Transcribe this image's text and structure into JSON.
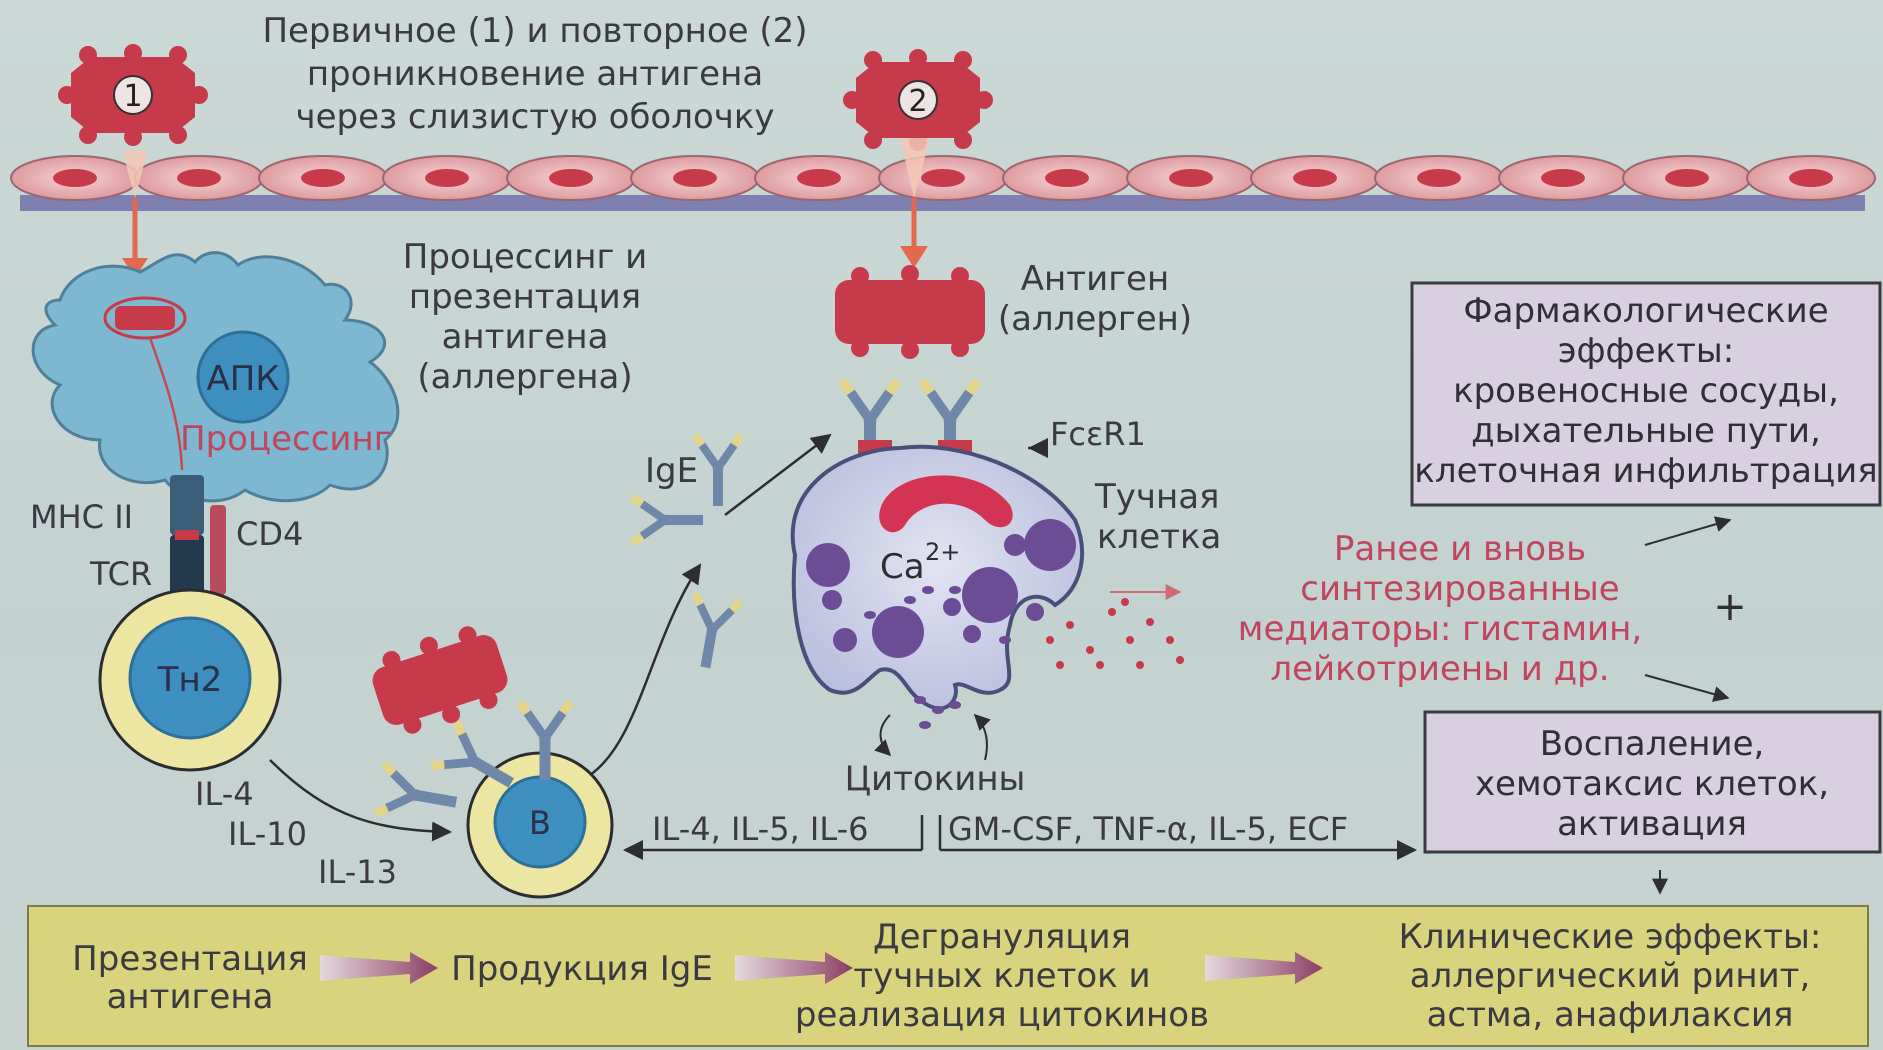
{
  "top_caption": [
    "Первичное (1) и повторное (2)",
    "проникновение антигена",
    "через слизистую оболочку"
  ],
  "antigen_markers": {
    "primary": "1",
    "secondary": "2"
  },
  "processing_caption": [
    "Процессинг и",
    "презентация",
    "антигена",
    "(аллергена)"
  ],
  "apc": {
    "label": "АПК",
    "processing": "Процессинг"
  },
  "receptors": {
    "mhc": "MHC II",
    "tcr": "TCR",
    "cd4": "CD4"
  },
  "th2": {
    "label": "Тн2"
  },
  "interleukins": [
    "IL-4",
    "IL-10",
    "IL-13"
  ],
  "b_cell": {
    "label": "B"
  },
  "ige": {
    "label": "IgE"
  },
  "antigen_caption": [
    "Антиген",
    "(аллерген)"
  ],
  "fce": {
    "label": "FcεR1"
  },
  "mast_cell": {
    "label": [
      "Тучная",
      "клетка"
    ],
    "calcium": "Ca",
    "calcium_sup": "2+"
  },
  "cytokines": {
    "label": "Цитокины"
  },
  "arrows_bottom": {
    "left": "IL-4, IL-5, IL-6",
    "right": "GM-CSF, TNF-α, IL-5, ECF"
  },
  "pharm_box": [
    "Фармакологические",
    "эффекты:",
    "кровеносные сосуды,",
    "дыхательные пути,",
    "клеточная инфильтрация"
  ],
  "mediators": [
    "Ранее и вновь",
    "синтезированные",
    "медиаторы: гистамин,",
    "лейкотриены и др."
  ],
  "plus": "+",
  "inflammation_box": [
    "Воспаление,",
    "хемотаксис клеток,",
    "активация"
  ],
  "bottom_flow": {
    "step1": [
      "Презентация",
      "антигена"
    ],
    "step2": [
      "Продукция IgE"
    ],
    "step3": [
      "Дегрануляция",
      "тучных клеток и",
      "реализация цитокинов"
    ],
    "step4": [
      "Клинические эффекты:",
      "аллергический ринит,",
      "астма, анафилаксия"
    ]
  },
  "colors": {
    "antigen": "#c63a4a",
    "epithelium": "#e9b7b7",
    "nucleus": "#c63a4a",
    "membrane": "#8f90b8",
    "apc_fill": "#7db8d0",
    "cell_blue": "#3d8fc0",
    "cell_ring": "#ece6a2",
    "mast_fill": "#ced3ea",
    "granule": "#6b4c95",
    "bottom_band": "#d8d37c",
    "box_fill": "#d8cfe0",
    "mediator_text": "#c2455e"
  }
}
